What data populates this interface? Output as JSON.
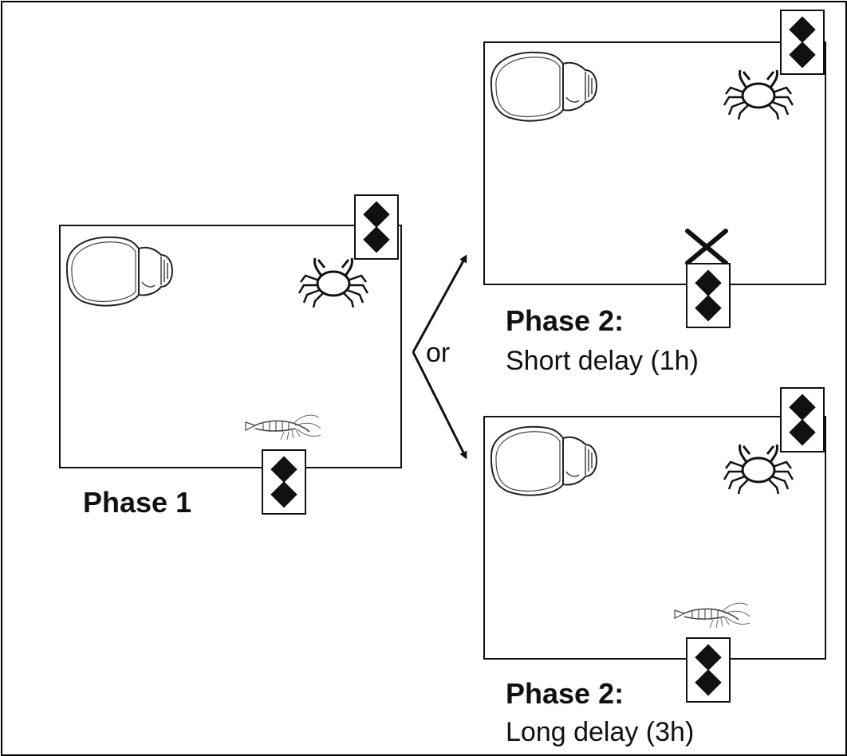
{
  "panels": {
    "phase1": {
      "title": "Phase 1"
    },
    "short_delay": {
      "title": "Phase 2:",
      "subtitle": "Short delay (1h)"
    },
    "long_delay": {
      "title": "Phase 2:",
      "subtitle": "Long delay (3h)"
    }
  },
  "connector": {
    "label": "or"
  },
  "icons": {
    "cuttlefish": "cuttlefish-icon",
    "crab": "crab-icon",
    "shrimp": "shrimp-icon",
    "marker": "double-diamond-marker-icon",
    "absent": "cross-icon"
  },
  "colors": {
    "ink": "#111111",
    "background": "#ffffff"
  }
}
